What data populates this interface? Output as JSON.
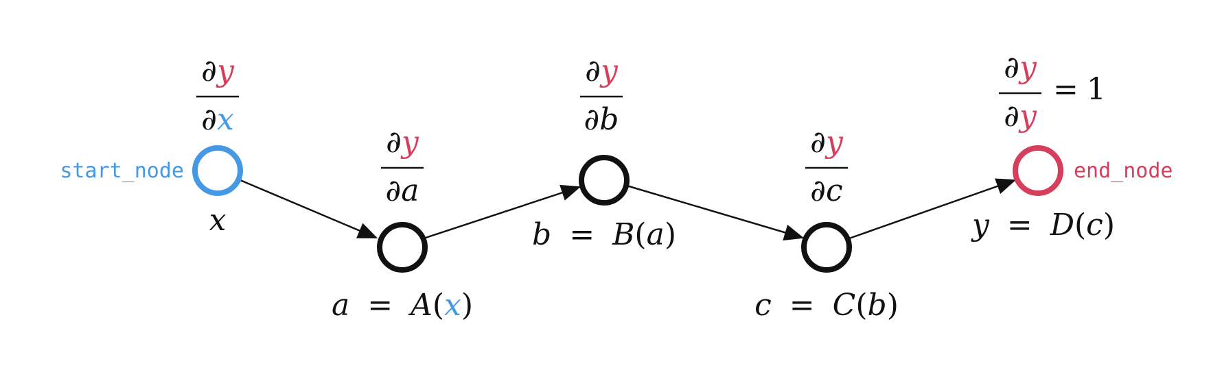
{
  "colors": {
    "start": "#4798e3",
    "end": "#d53f5c",
    "node": "#111111",
    "edge": "#111111"
  },
  "start_label": "start_node",
  "end_label": "end_node",
  "partial": "∂",
  "numerator_var": "y",
  "one": "1",
  "nodes": [
    {
      "id": "x",
      "var": "x",
      "eq": "",
      "fn": "",
      "arg": ""
    },
    {
      "id": "a",
      "var": "a",
      "eq": "=",
      "fn": "A",
      "arg": "x"
    },
    {
      "id": "b",
      "var": "b",
      "eq": "=",
      "fn": "B",
      "arg": "a"
    },
    {
      "id": "c",
      "var": "c",
      "eq": "=",
      "fn": "C",
      "arg": "b"
    },
    {
      "id": "y",
      "var": "y",
      "eq": "=",
      "fn": "D",
      "arg": "c"
    }
  ],
  "paren_open": "(",
  "paren_close": ")",
  "equals": "="
}
